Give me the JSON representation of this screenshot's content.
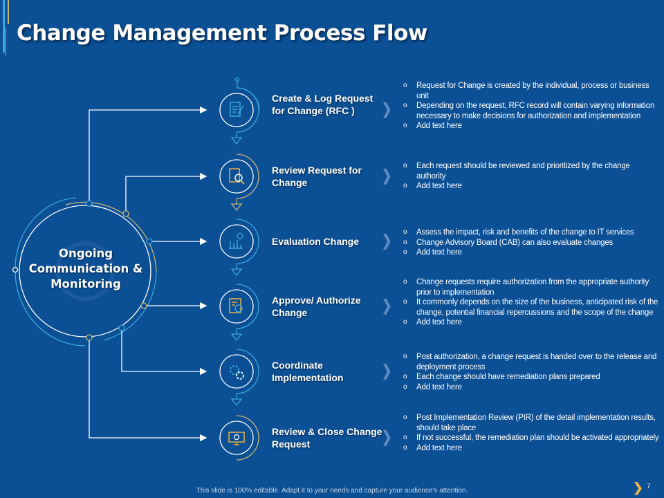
{
  "title": "Change Management Process Flow",
  "center_label": "Ongoing Communication & Monitoring",
  "steps": [
    {
      "title": "Create & Log Request for Change (RFC )",
      "icon": "document-edit-icon",
      "bullets": [
        "Request for Change is created by the individual, process or business unit",
        "Depending on the request, RFC record will contain varying information necessary to make decisions for authorization and implementation",
        "Add text here"
      ]
    },
    {
      "title": "Review Request for Change",
      "icon": "document-search-icon",
      "bullets": [
        "Each request should be reviewed and prioritized by the change authority",
        "Add text here"
      ]
    },
    {
      "title": "Evaluation Change",
      "icon": "chart-money-icon",
      "bullets": [
        "Assess the impact, risk and benefits of the change to IT services",
        "Change Advisory Board (CAB) can also evaluate changes",
        "Add text here"
      ]
    },
    {
      "title": "Approve/ Authorize Change",
      "icon": "document-approve-icon",
      "bullets": [
        "Change requests require authorization from the appropriate authority prior to implementation",
        "It commonly depends on the size of the business, anticipated risk of the change, potential financial repercussions and the scope of the change",
        "Add text here"
      ]
    },
    {
      "title": "Coordinate Implementation",
      "icon": "gears-icon",
      "bullets": [
        "Post authorization, a change request is handed over to the release and deployment process",
        "Each change should have remediation plans prepared",
        "Add text here"
      ]
    },
    {
      "title": "Review & Close Change Request",
      "icon": "monitor-check-icon",
      "bullets": [
        "Post Implementation Review (PIR) of the detail implementation results, should take place",
        "If not successful, the remediation plan should be activated appropriately",
        "Add text here"
      ]
    }
  ],
  "footer": "This slide is 100% editable. Adapt it to your needs and capture your audience's attention.",
  "page_number": "7",
  "colors": {
    "background": "#0b4f95",
    "light_blue": "#3aa6dd",
    "gold": "#c8b47a"
  }
}
